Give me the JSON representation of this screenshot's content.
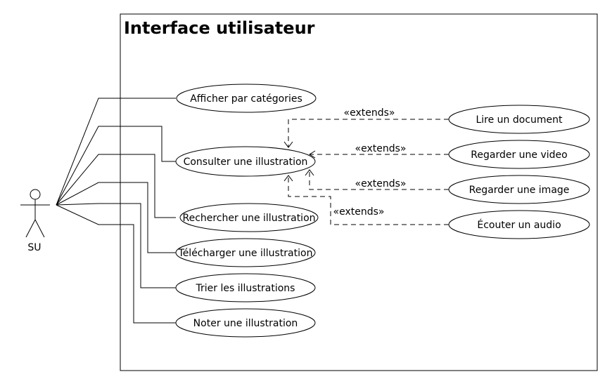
{
  "system": {
    "title": "Interface utilisateur"
  },
  "actor": {
    "name": "SU"
  },
  "use_cases": {
    "afficher": "Afficher par catégories",
    "consulter": "Consulter une illustration",
    "rechercher": "Rechercher une illustration",
    "telecharger": "Télécharger une illustration",
    "trier": "Trier les illustrations",
    "noter": "Noter une illustration",
    "lire": "Lire un document",
    "regarder_video": "Regarder une video",
    "regarder_image": "Regarder une image",
    "ecouter": "Écouter un audio"
  },
  "relations": {
    "extends_1": "«extends»",
    "extends_2": "«extends»",
    "extends_3": "«extends»",
    "extends_4": "«extends»"
  }
}
